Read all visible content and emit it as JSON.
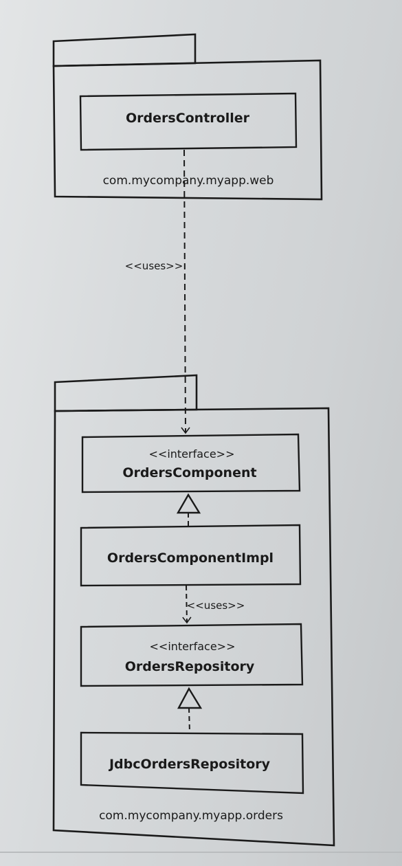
{
  "web_package": {
    "name": "com.mycompany.myapp.web",
    "classes": {
      "orders_controller": "OrdersController"
    }
  },
  "orders_package": {
    "name": "com.mycompany.myapp.orders",
    "classes": {
      "orders_component": {
        "stereotype": "<<interface>>",
        "name": "OrdersComponent"
      },
      "orders_component_impl": {
        "name": "OrdersComponentImpl"
      },
      "orders_repository": {
        "stereotype": "<<interface>>",
        "name": "OrdersRepository"
      },
      "jdbc_orders_repository": {
        "name": "JdbcOrdersRepository"
      }
    }
  },
  "relations": {
    "controller_uses_component": "<<uses>>",
    "impl_uses_repository": "<<uses>>"
  }
}
